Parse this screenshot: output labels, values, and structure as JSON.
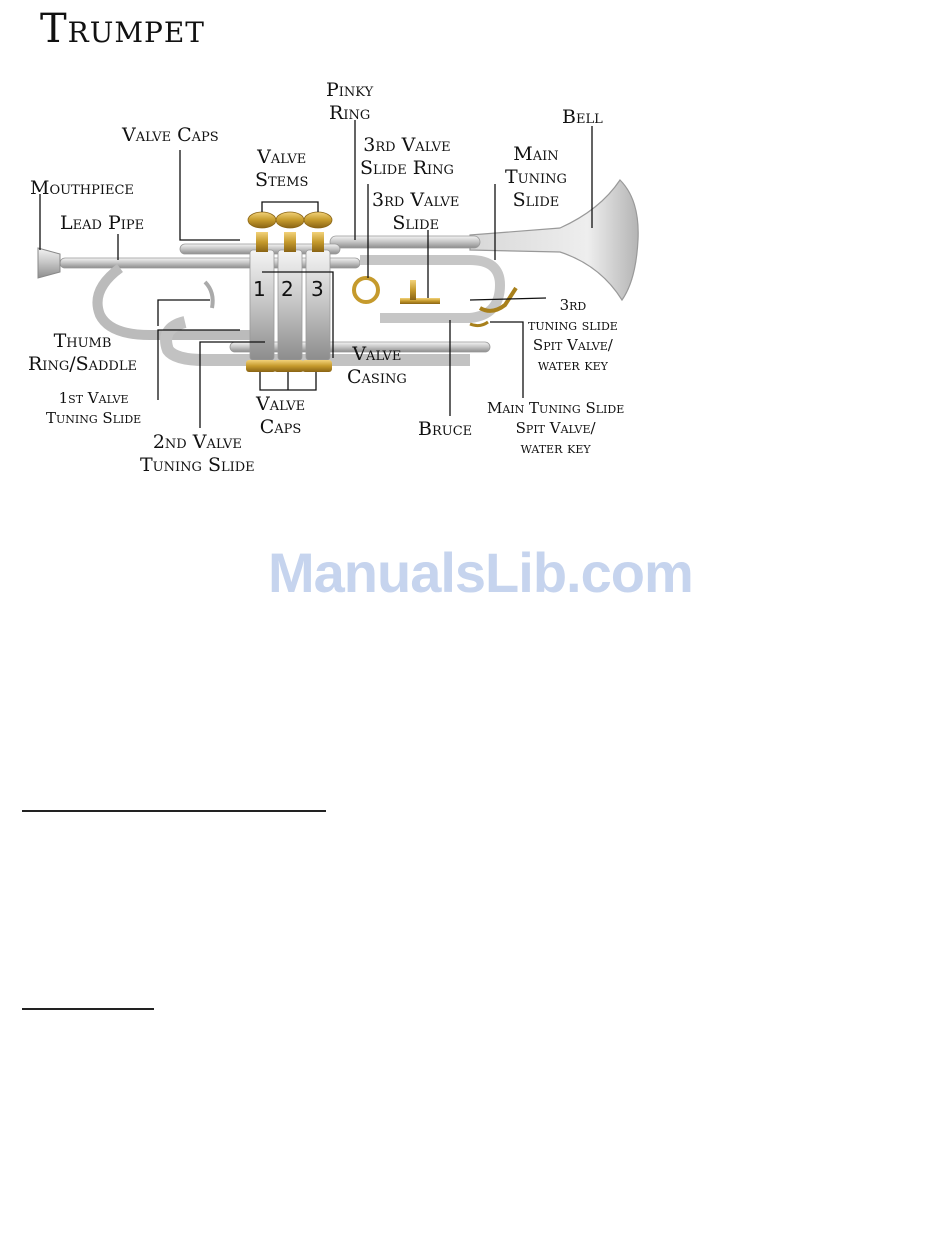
{
  "page": {
    "title": "Trumpet",
    "watermark": "ManualsLib.com"
  },
  "valve_numbers": [
    "1",
    "2",
    "3"
  ],
  "labels": {
    "pinky_ring": "Pinky\nRing",
    "bell": "Bell",
    "valve_caps_top": "Valve Caps",
    "third_valve_slide_ring": "3rd Valve\nSlide Ring",
    "main_tuning_slide": "Main\nTuning\nSlide",
    "valve_stems": "Valve\nStems",
    "mouthpiece": "Mouthpiece",
    "third_valve_slide": "3rd Valve\nSlide",
    "lead_pipe": "Lead Pipe",
    "third_tuning_slide_spit_valve": "3rd\ntuning slide\nSpit Valve/\nwater key",
    "thumb_ring_saddle": "Thumb\nRing/Saddle",
    "valve_casing": "Valve\nCasing",
    "first_valve_tuning_slide": "1st Valve\nTuning Slide",
    "valve_caps_bottom": "Valve\nCaps",
    "bruce": "Bruce",
    "main_tuning_slide_spit_valve": "Main Tuning Slide\nSpit Valve/\nwater key",
    "second_valve_tuning_slide": "2nd Valve\nTuning Slide"
  }
}
